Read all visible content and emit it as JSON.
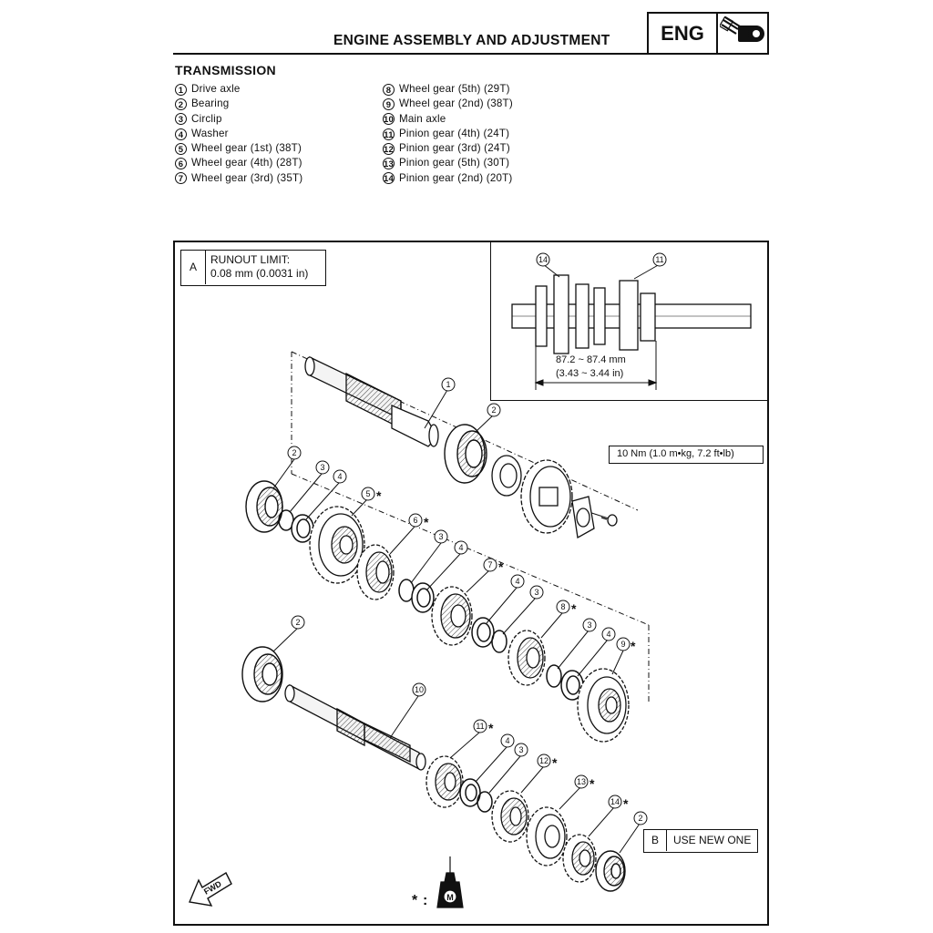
{
  "header": {
    "title": "ENGINE ASSEMBLY AND ADJUSTMENT",
    "badge": "ENG"
  },
  "section_title": "TRANSMISSION",
  "legend_left": [
    {
      "num": "1",
      "label": "Drive axle"
    },
    {
      "num": "2",
      "label": "Bearing"
    },
    {
      "num": "3",
      "label": "Circlip"
    },
    {
      "num": "4",
      "label": "Washer"
    },
    {
      "num": "5",
      "label": "Wheel gear (1st) (38T)"
    },
    {
      "num": "6",
      "label": "Wheel gear (4th) (28T)"
    },
    {
      "num": "7",
      "label": "Wheel gear (3rd) (35T)"
    }
  ],
  "legend_right": [
    {
      "num": "8",
      "label": "Wheel gear (5th) (29T)"
    },
    {
      "num": "9",
      "label": "Wheel gear (2nd) (38T)"
    },
    {
      "num": "10",
      "label": "Main axle"
    },
    {
      "num": "11",
      "label": "Pinion gear (4th) (24T)"
    },
    {
      "num": "12",
      "label": "Pinion gear (3rd) (24T)"
    },
    {
      "num": "13",
      "label": "Pinion gear (5th) (30T)"
    },
    {
      "num": "14",
      "label": "Pinion gear (2nd) (20T)"
    }
  ],
  "note_a": {
    "letter": "A",
    "line1": "RUNOUT LIMIT:",
    "line2": "0.08 mm (0.0031 in)"
  },
  "note_b": {
    "letter": "B",
    "text": "USE NEW ONE"
  },
  "torque": "10 Nm (1.0 m•kg, 7.2 ft•lb)",
  "inset": {
    "dim_mm": "87.2 ~ 87.4 mm",
    "dim_in": "(3.43 ~ 3.44 in)",
    "callout_left": "14",
    "callout_right": "11"
  },
  "fwd_label": "FWD",
  "oil_key": {
    "symbol": "*",
    "sep": ":",
    "icon_letter": "M"
  },
  "callouts": {
    "c1": "1",
    "c2a": "2",
    "c2b": "2",
    "c3a": "3",
    "c4a": "4",
    "c5": "5",
    "c6": "6",
    "c3b": "3",
    "c4b": "4",
    "c7": "7",
    "c4c": "4",
    "c3c": "3",
    "c8": "8",
    "c3d": "3",
    "c4d": "4",
    "c9": "9",
    "c2c": "2",
    "c10": "10",
    "c11": "11",
    "c4e": "4",
    "c3e": "3",
    "c12": "12",
    "c13": "13",
    "c14": "14",
    "c2d": "2"
  }
}
